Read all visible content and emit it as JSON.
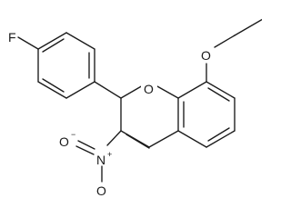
{
  "molecule": {
    "atoms": {
      "fluorine": "F",
      "ether_oxygen": "O",
      "ring_oxygen": "O",
      "nitro_oxygen_top": "O",
      "nitro_oxygen_bottom": "O",
      "nitro_nitrogen": "N",
      "nitrogen_charge": "+",
      "oxygen_charge": "−"
    }
  }
}
